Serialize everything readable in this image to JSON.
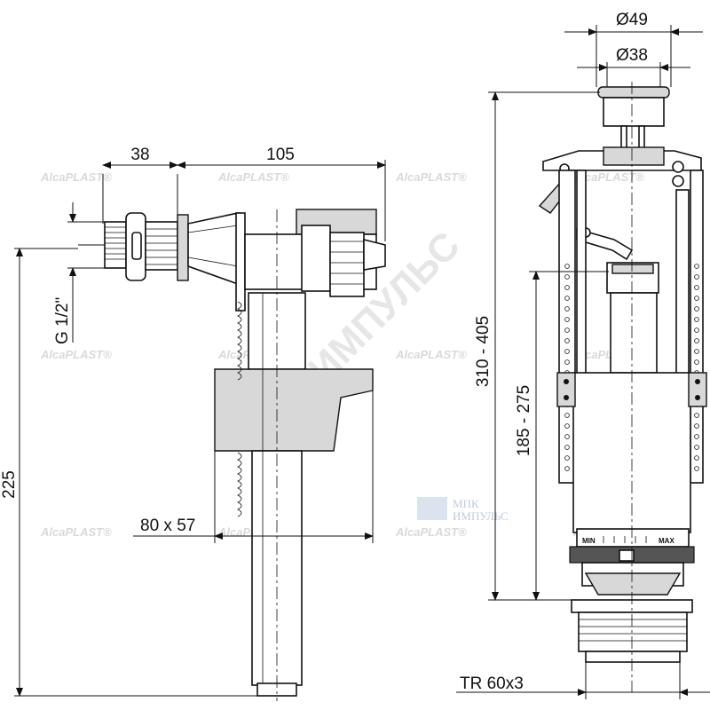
{
  "dimensions": {
    "d38_left": "38",
    "d105": "105",
    "g_half": "G 1/2\"",
    "d225": "225",
    "d80x57": "80 x 57",
    "phi49": "Ø49",
    "phi38": "Ø38",
    "d310_405": "310 - 405",
    "d185_275": "185 - 275",
    "tr60x3": "TR 60x3"
  },
  "scale_labels": {
    "min": "MIN",
    "max": "MAX"
  },
  "watermarks": {
    "brand": "AlcaPLAST",
    "brand_tm": "®",
    "company_diagonal": "МПК ИМПУЛЬС",
    "company_line1": "МПК",
    "company_line2": "ИМПУЛЬС"
  }
}
